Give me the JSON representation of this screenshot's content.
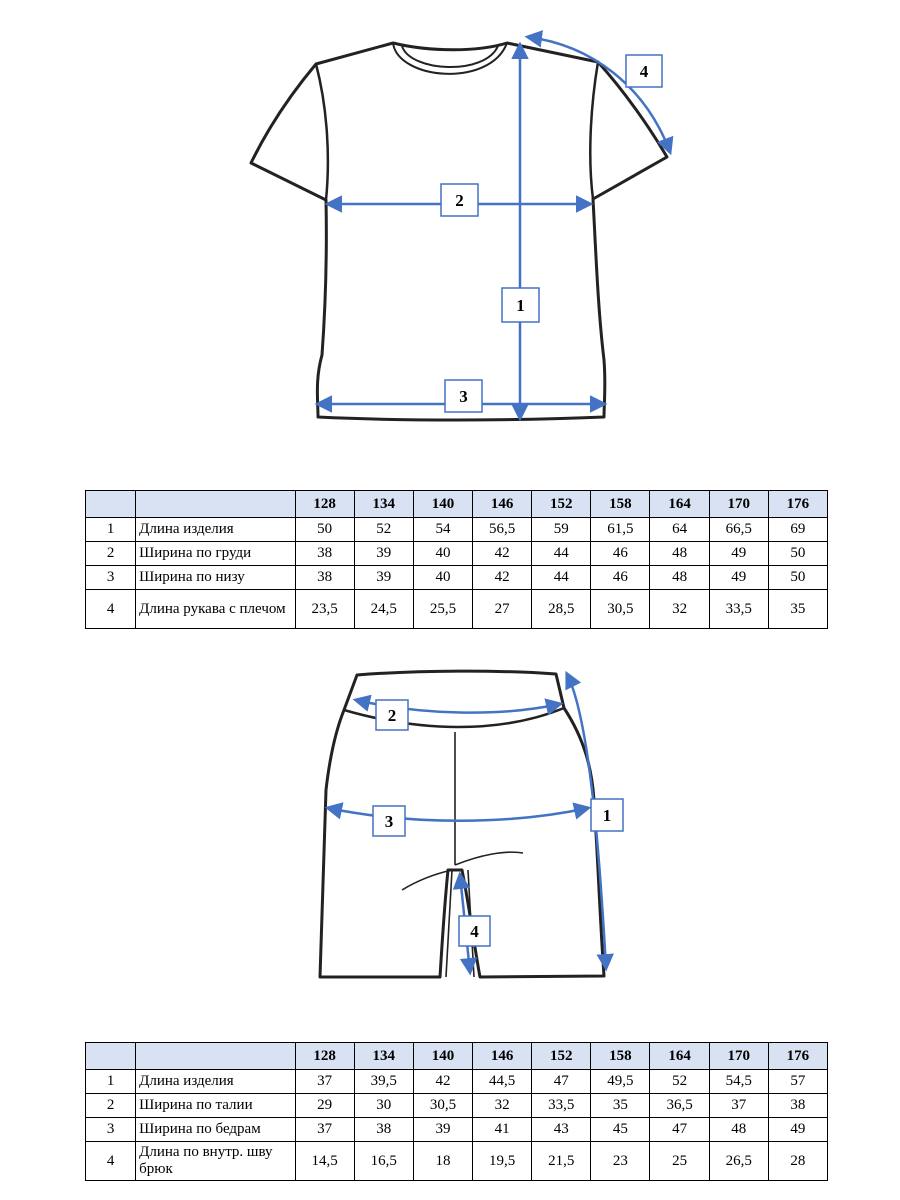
{
  "tshirt": {
    "callouts": [
      "1",
      "2",
      "3",
      "4"
    ],
    "table": {
      "sizes": [
        "128",
        "134",
        "140",
        "146",
        "152",
        "158",
        "164",
        "170",
        "176"
      ],
      "rows": [
        {
          "num": "1",
          "name": "Длина изделия",
          "values": [
            "50",
            "52",
            "54",
            "56,5",
            "59",
            "61,5",
            "64",
            "66,5",
            "69"
          ]
        },
        {
          "num": "2",
          "name": "Ширина по груди",
          "values": [
            "38",
            "39",
            "40",
            "42",
            "44",
            "46",
            "48",
            "49",
            "50"
          ]
        },
        {
          "num": "3",
          "name": "Ширина по низу",
          "values": [
            "38",
            "39",
            "40",
            "42",
            "44",
            "46",
            "48",
            "49",
            "50"
          ]
        },
        {
          "num": "4",
          "name": "Длина рукава с плечом",
          "values": [
            "23,5",
            "24,5",
            "25,5",
            "27",
            "28,5",
            "30,5",
            "32",
            "33,5",
            "35"
          ]
        }
      ]
    }
  },
  "shorts": {
    "callouts": [
      "1",
      "2",
      "3",
      "4"
    ],
    "table": {
      "sizes": [
        "128",
        "134",
        "140",
        "146",
        "152",
        "158",
        "164",
        "170",
        "176"
      ],
      "rows": [
        {
          "num": "1",
          "name": "Длина изделия",
          "values": [
            "37",
            "39,5",
            "42",
            "44,5",
            "47",
            "49,5",
            "52",
            "54,5",
            "57"
          ]
        },
        {
          "num": "2",
          "name": "Ширина по талии",
          "values": [
            "29",
            "30",
            "30,5",
            "32",
            "33,5",
            "35",
            "36,5",
            "37",
            "38"
          ]
        },
        {
          "num": "3",
          "name": "Ширина по бедрам",
          "values": [
            "37",
            "38",
            "39",
            "41",
            "43",
            "45",
            "47",
            "48",
            "49"
          ]
        },
        {
          "num": "4",
          "name": "Длина по внутр. шву брюк",
          "values": [
            "14,5",
            "16,5",
            "18",
            "19,5",
            "21,5",
            "23",
            "25",
            "26,5",
            "28"
          ]
        }
      ]
    }
  },
  "colors": {
    "measure_line": "#4472c4",
    "header_fill": "#d9e2f3",
    "outline": "#222222"
  }
}
